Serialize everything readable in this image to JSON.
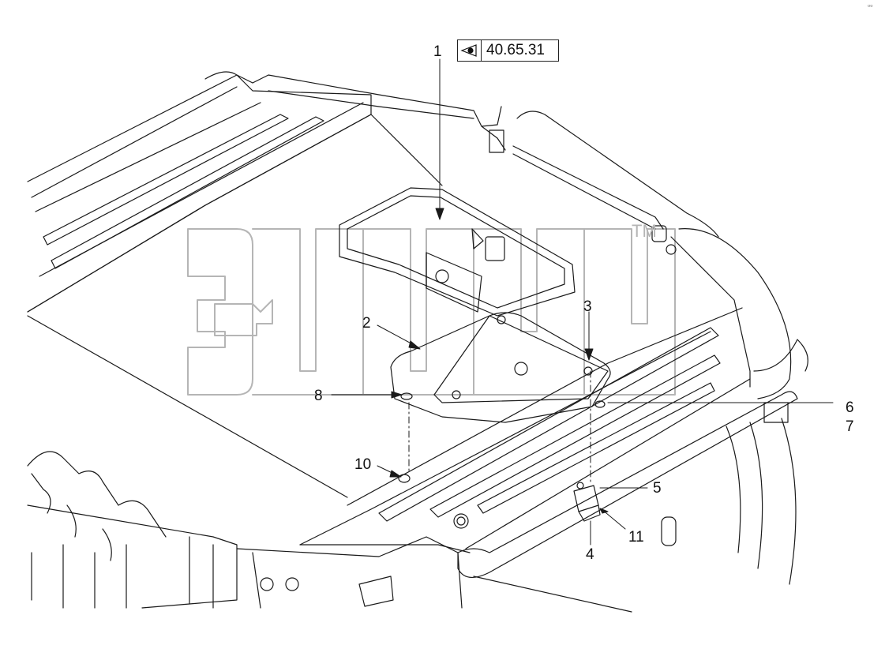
{
  "reference": {
    "code": "40.65.31",
    "icon": "view-direction-eye-icon"
  },
  "watermark": {
    "text": "эп",
    "trademark": "TM"
  },
  "callouts": {
    "c1": "1",
    "c2": "2",
    "c3": "3",
    "c4": "4",
    "c5": "5",
    "c6": "6",
    "c7": "7",
    "c8": "8",
    "c10": "10",
    "c11": "11"
  },
  "corner_mark": "▫▫",
  "colors": {
    "line": "#1a1a1a",
    "watermark_outline": "#b5b5b5",
    "background": "#ffffff"
  }
}
